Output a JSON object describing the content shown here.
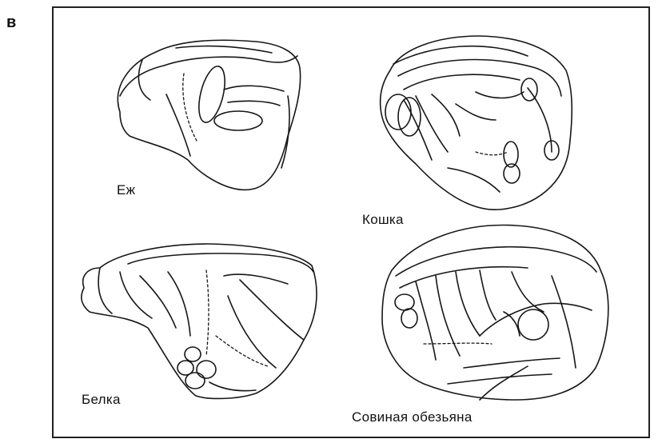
{
  "panel_letter": "в",
  "labels": {
    "hedgehog": "Еж",
    "cat": "Кошка",
    "squirrel": "Белка",
    "owl_monkey": "Совиная обезьяна"
  }
}
